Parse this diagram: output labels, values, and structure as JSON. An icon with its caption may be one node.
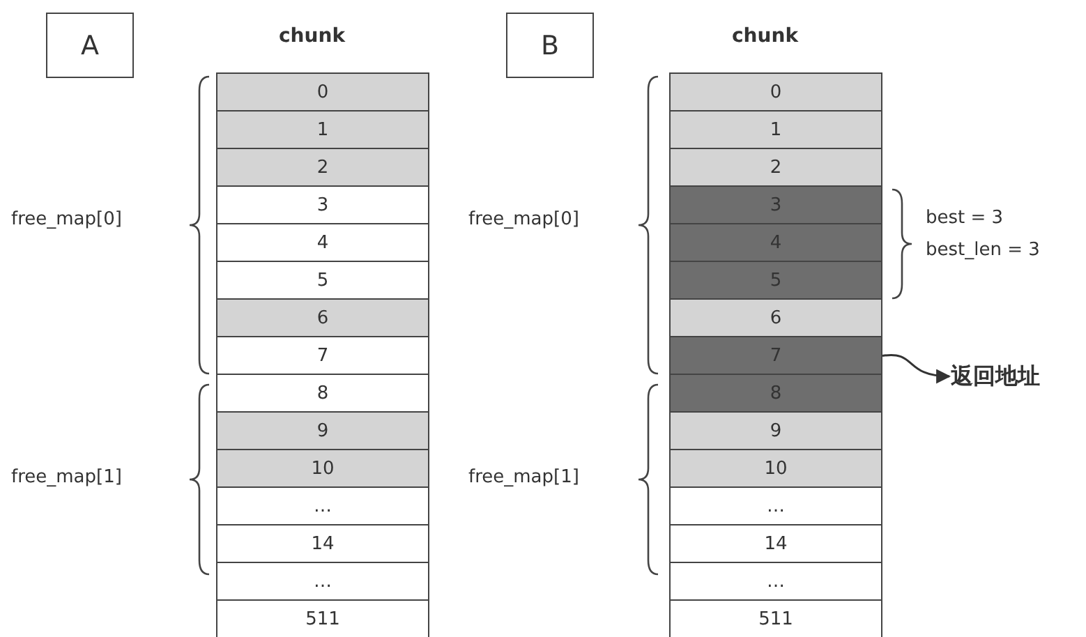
{
  "diagram": {
    "nodes": [
      {
        "text": [
          "A"
        ]
      },
      {
        "text": [
          "0"
        ]
      },
      {
        "text": [
          "1"
        ]
      },
      {
        "text": [
          "2"
        ]
      },
      {
        "text": [
          "3"
        ]
      },
      {
        "text": [
          "4"
        ]
      },
      {
        "text": [
          "5"
        ]
      },
      {
        "text": [
          "6"
        ]
      },
      {
        "text": [
          "7"
        ]
      },
      {
        "text": [
          "8"
        ]
      },
      {
        "text": [
          "9"
        ]
      },
      {
        "text": [
          "10"
        ]
      },
      {
        "text": [
          "…"
        ]
      },
      {
        "text": [
          "14"
        ]
      },
      {
        "text": [
          "…"
        ]
      },
      {
        "text": [
          "511"
        ]
      },
      {
        "text": [
          "B"
        ]
      },
      {
        "text": [
          "0"
        ]
      },
      {
        "text": [
          "1"
        ]
      },
      {
        "text": [
          "2"
        ]
      },
      {
        "text": [
          "3"
        ]
      },
      {
        "text": [
          "4"
        ]
      },
      {
        "text": [
          "5"
        ]
      },
      {
        "text": [
          "6"
        ]
      },
      {
        "text": [
          "7"
        ]
      },
      {
        "text": [
          "8"
        ]
      },
      {
        "text": [
          "9"
        ]
      },
      {
        "text": [
          "10"
        ]
      },
      {
        "text": [
          "…"
        ]
      },
      {
        "text": [
          "14"
        ]
      },
      {
        "text": [
          "…"
        ]
      },
      {
        "text": [
          "511"
        ]
      },
      {
        "text": [
          "返回地址"
        ]
      }
    ],
    "edges": [
      {
        "from": 24,
        "to": 32,
        "arrow": "to"
      }
    ],
    "labels": [
      "chunk",
      "chunk",
      "free_map[0]",
      "free_map[0]",
      "best = 3",
      "best_len = 3",
      "free_map[1]",
      "free_map[1]"
    ]
  }
}
